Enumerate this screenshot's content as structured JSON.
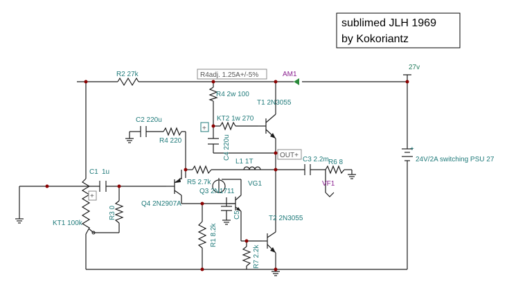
{
  "title": {
    "line1": "sublimed JLH 1969",
    "line2": "by Kokoriantz"
  },
  "labels": {
    "r2": "R2 27k",
    "r4adj": "R4adj. 1.25A+/-5%",
    "am1": "AM1",
    "v27": "27v",
    "r4_2w": "R4 2w 100",
    "t1": "T1 2N3055",
    "c2": "C2 220u",
    "kt2": "KT2 1w 270",
    "r4_220": "R4 220",
    "c4": "C4 220u",
    "out": "OUT+",
    "c3": "C3 2.2m",
    "r6": "R6 8",
    "l1": "L1 1T",
    "c1": "C1",
    "c1val": "1u",
    "r5": "R5 2.7k",
    "vg1": "VG1",
    "vf1": "VF1",
    "q3": "Q3 2N1711",
    "q4": "Q4 2N2907A",
    "r3": "R3 0",
    "kt1": "KT1 100k",
    "c5": "C5",
    "r1": "R1 8.2k",
    "t2": "T2 2N3055",
    "r7": "R7 2.2k",
    "psu": "24V/2A switching PSU 27",
    "plus": "+"
  }
}
